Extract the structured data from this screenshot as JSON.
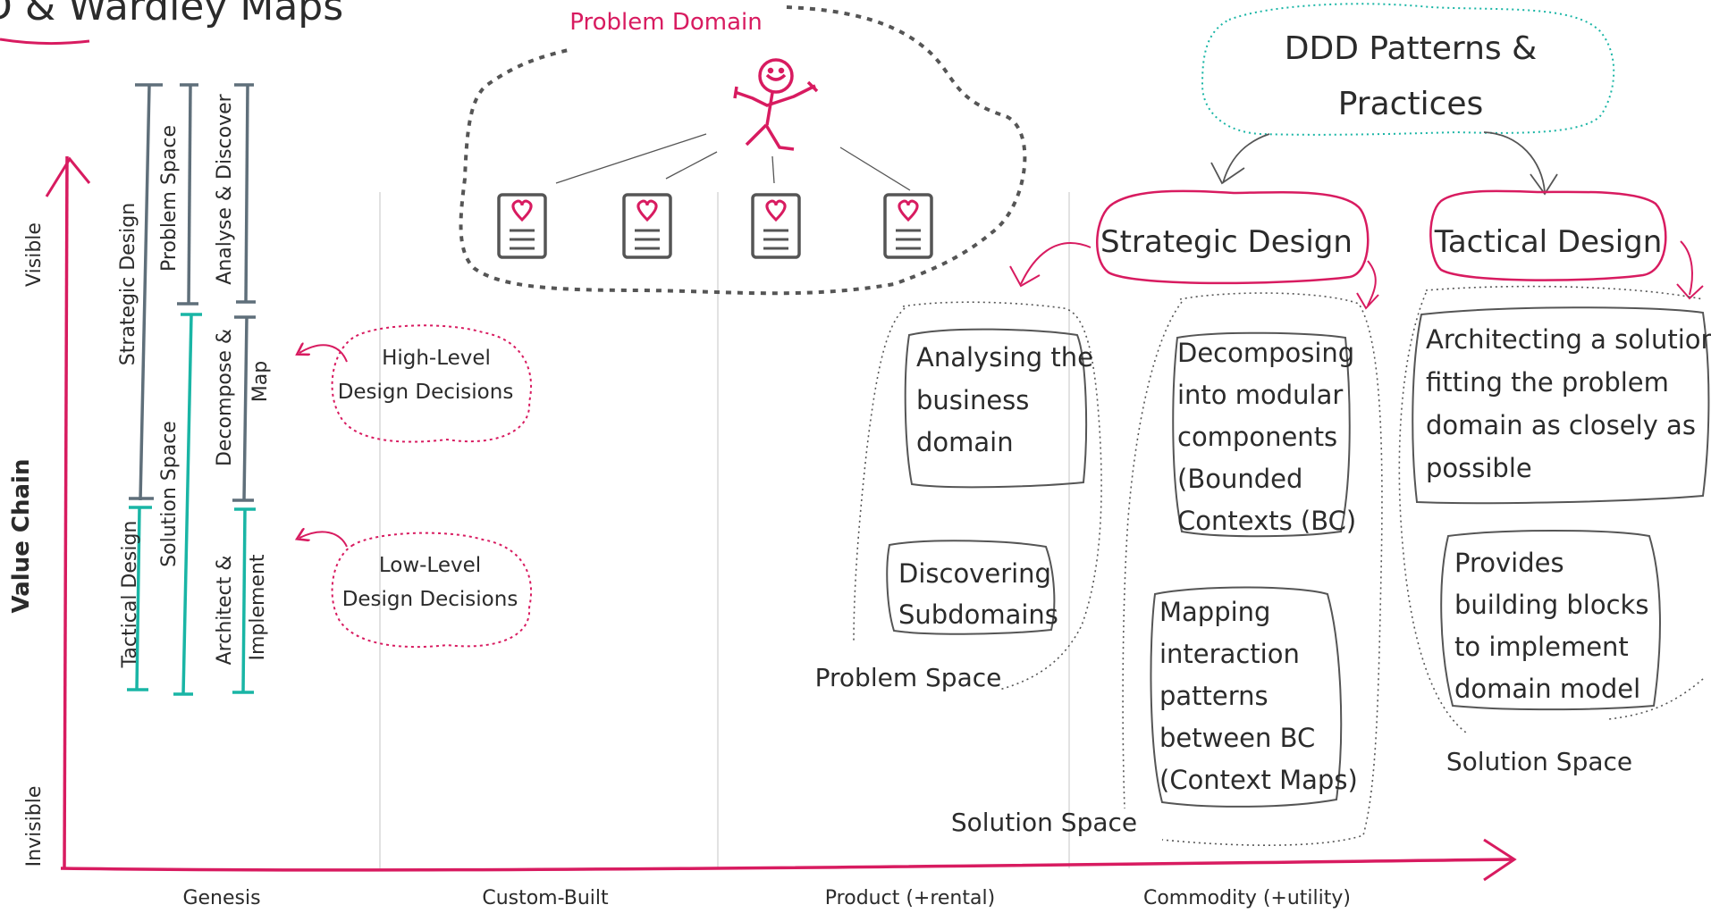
{
  "title_fragment": "D & Wardley Maps",
  "problem_domain_label": "Problem Domain",
  "ddd_patterns": {
    "line1": "DDD Patterns &",
    "line2": "Practices"
  },
  "strategic_design": "Strategic Design",
  "tactical_design": "Tactical Design",
  "y_axis": {
    "label": "Value Chain",
    "top": "Visible",
    "bottom": "Invisible"
  },
  "x_axis": {
    "stages": [
      "Genesis",
      "Custom-Built",
      "Product (+rental)",
      "Commodity (+utility)"
    ]
  },
  "brackets": {
    "strategic_design": "Strategic Design",
    "tactical_design": "Tactical Design",
    "problem_space": "Problem Space",
    "solution_space": "Solution Space",
    "analyse_discover": "Analyse & Discover",
    "decompose_map": {
      "line1": "Decompose &",
      "line2": "Map"
    },
    "architect_implement": {
      "line1": "Architect &",
      "line2": "Implement"
    }
  },
  "decisions": {
    "high_level": {
      "line1": "High-Level",
      "line2": "Design Decisions"
    },
    "low_level": {
      "line1": "Low-Level",
      "line2": "Design Decisions"
    }
  },
  "problem_space_group": {
    "box1": [
      "Analysing the",
      "business",
      "domain"
    ],
    "box2": [
      "Discovering",
      "Subdomains"
    ],
    "caption": "Problem Space"
  },
  "strategic_solution_group": {
    "box1": [
      "Decomposing",
      "into modular",
      "components",
      "(Bounded",
      "Contexts (BC)"
    ],
    "box2": [
      "Mapping",
      "interaction",
      "patterns",
      "between BC",
      "(Context Maps)"
    ],
    "caption": "Solution Space"
  },
  "tactical_solution_group": {
    "box1": [
      "Architecting a solution",
      "fitting the problem",
      "domain as closely as",
      "possible"
    ],
    "box2": [
      "Provides",
      "building blocks",
      "to implement",
      "domain model"
    ],
    "caption": "Solution Space"
  },
  "colors": {
    "accent_pink": "#d81b60",
    "teal": "#19b5a5",
    "slate": "#5f6f7a",
    "ink": "#2b2b2b",
    "grid": "#d9d9d9"
  }
}
